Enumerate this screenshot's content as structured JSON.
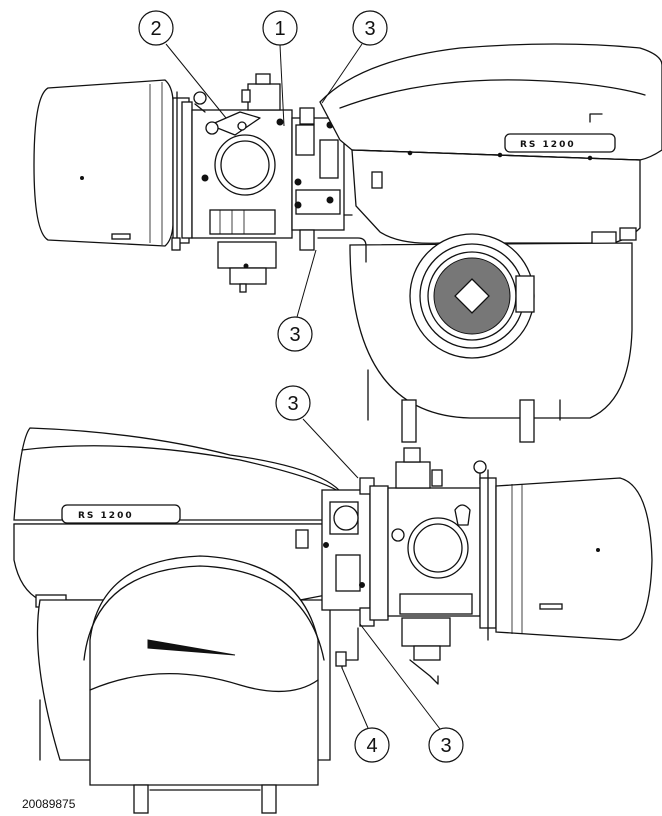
{
  "model_label_top": "RS 1200",
  "model_label_bottom": "RS 1200",
  "drawing_code": "20089875",
  "callouts": [
    {
      "label": "1"
    },
    {
      "label": "2"
    },
    {
      "label": "3"
    },
    {
      "label": "3"
    },
    {
      "label": "3"
    },
    {
      "label": "3"
    },
    {
      "label": "4"
    }
  ]
}
